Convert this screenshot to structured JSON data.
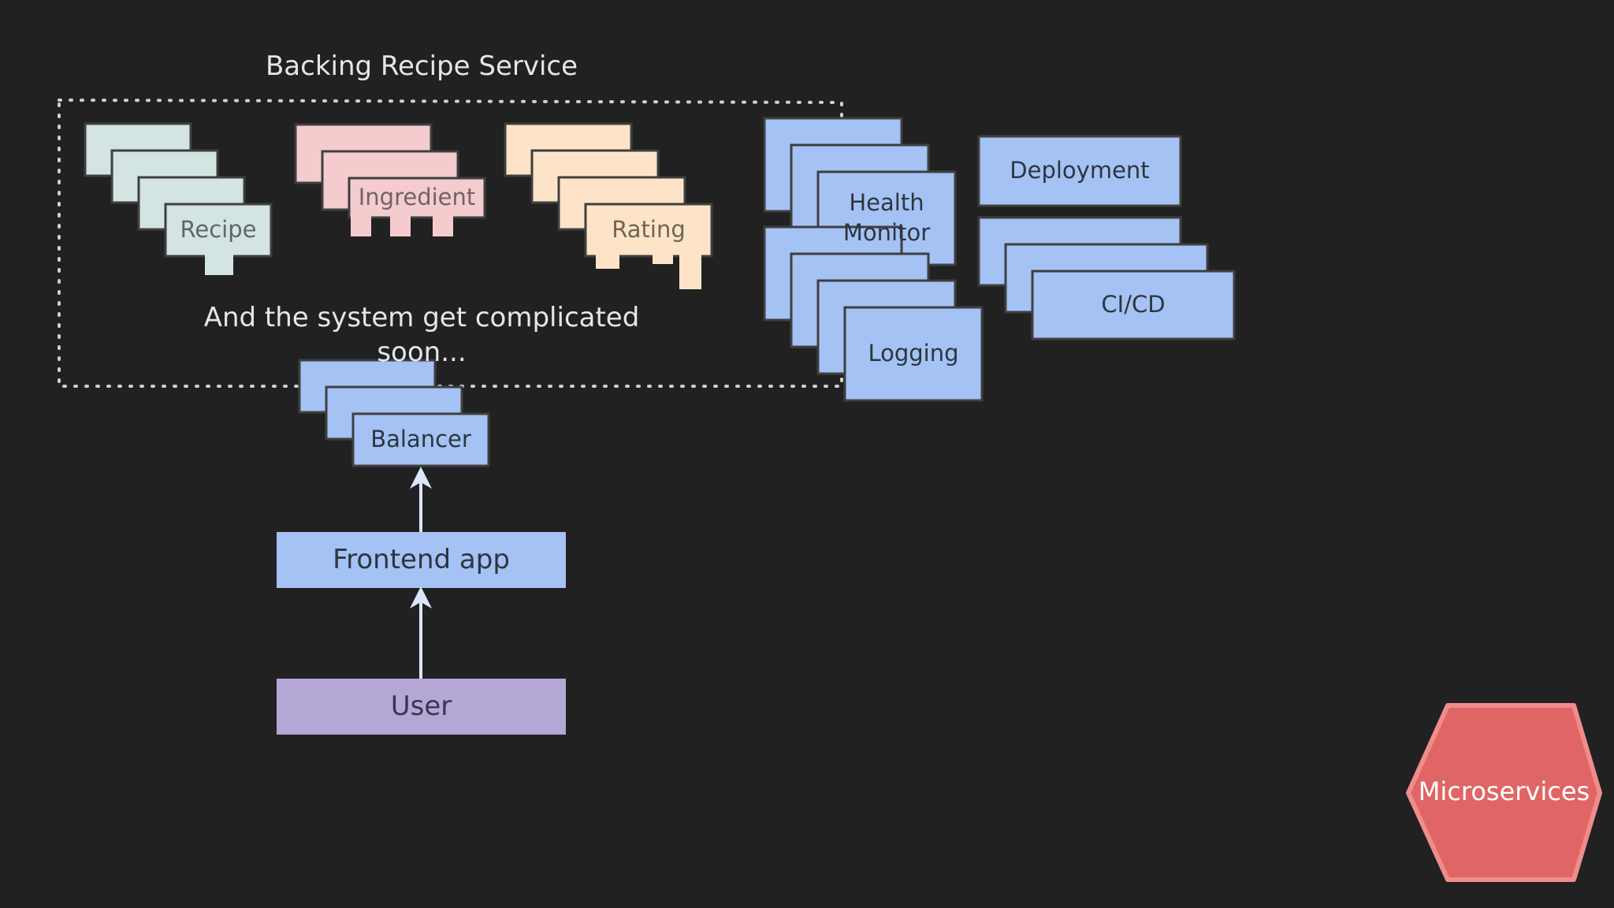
{
  "colors": {
    "background": "#212121",
    "text_light": "#e6e6e6",
    "blue_fill": "#a4c2f4",
    "blue_text": "#2e3540",
    "teal_fill": "#d3e4e2",
    "teal_text": "#5e6866",
    "pink_fill": "#f4ccce",
    "pink_text": "#746264",
    "peach_fill": "#fde4c8",
    "peach_text": "#6e6456",
    "purple_fill": "#b4a7d6",
    "red_fill": "#e06666",
    "red_border": "#f08c8c",
    "border": "#3f3f3f",
    "arrow": "#d9e6fb",
    "dotted": "#d0d0d0"
  },
  "diagram": {
    "group_title": "Backing Recipe Service",
    "note": "And the system get complicated soon...",
    "services": {
      "recipe": "Recipe",
      "ingredient": "Ingredient",
      "rating": "Rating"
    },
    "infra": {
      "balancer": "Balancer",
      "frontend": "Frontend app",
      "user": "User",
      "health_monitor": "Health\nMonitor",
      "logging": "Logging",
      "deployment": "Deployment",
      "cicd": "CI/CD"
    },
    "badge": "Microservices",
    "arrows": [
      {
        "from": "User",
        "to": "Frontend app"
      },
      {
        "from": "Frontend app",
        "to": "Balancer"
      }
    ]
  }
}
